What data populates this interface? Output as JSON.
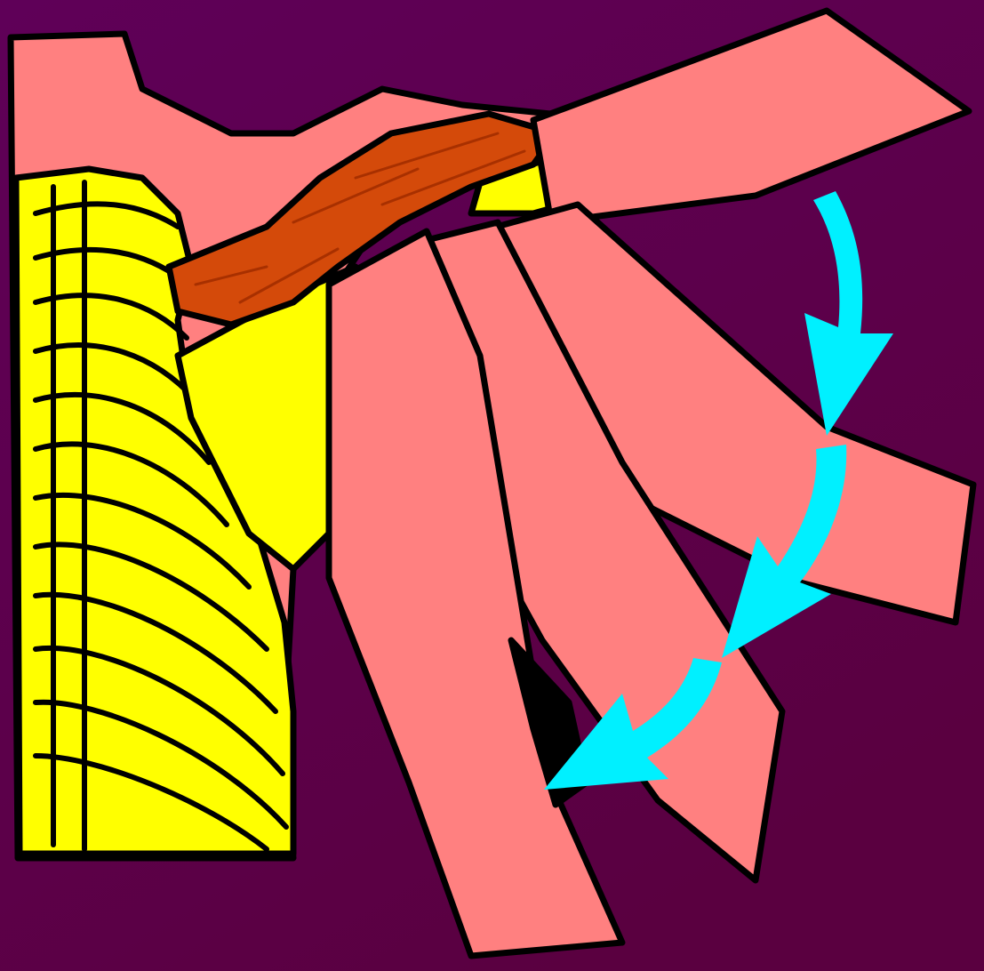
{
  "colors": {
    "background_top": "#5f0058",
    "background_bottom": "#5a0040",
    "skin": "#ff8080",
    "bone": "#ffff00",
    "muscle": "#d44a0a",
    "muscle_dark": "#a83000",
    "outline": "#000000",
    "arrow": "#00f0ff"
  },
  "illustration": {
    "subject": "shoulder-abduction-diagram",
    "arm_positions": 4,
    "motion_arrows": 3,
    "arrow_direction": "downward-arc"
  }
}
